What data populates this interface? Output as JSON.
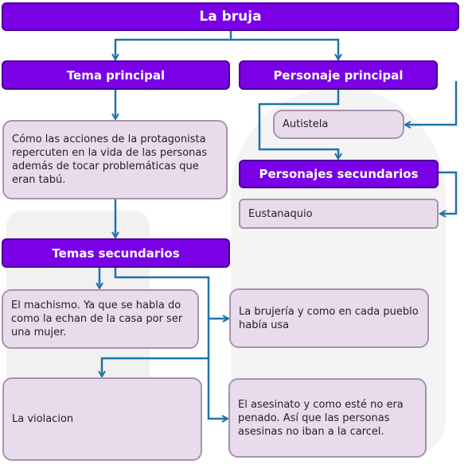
{
  "diagram": {
    "title": "La bruja",
    "nodes": {
      "tema_principal": {
        "label": "Tema principal"
      },
      "tema_principal_text": {
        "text": "Cómo las acciones de la protagonista repercuten en la vida de las personas además de tocar problemáticas que eran tabú."
      },
      "personaje_principal": {
        "label": "Personaje principal"
      },
      "autistela": {
        "text": "Autistela"
      },
      "personajes_secundarios": {
        "label": "Personajes secundarios"
      },
      "eustanaquio": {
        "text": "Eustanaquio"
      },
      "temas_secundarios": {
        "label": "Temas secundarios"
      },
      "machismo": {
        "text": "El machismo. Ya que se habla do como la echan de la casa por ser una mujer."
      },
      "brujeria": {
        "text": "La brujería y como en cada pueblo había usa"
      },
      "violacion": {
        "text": "La violacion"
      },
      "asesinato": {
        "text": "El asesinato y como esté no era penado. Así que las personas asesinas no iban a la carcel."
      }
    }
  },
  "colors": {
    "header_fill": "#7a00e6",
    "box_fill": "#e8dcec",
    "arrow": "#1e73a8"
  }
}
